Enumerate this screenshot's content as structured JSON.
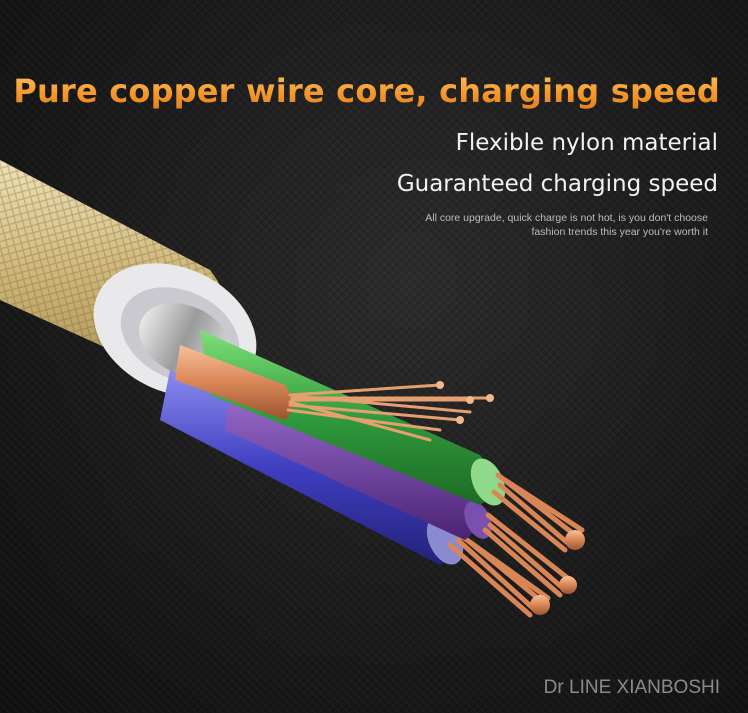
{
  "headline": "Pure copper wire core, charging speed",
  "subtitle_1": "Flexible nylon material",
  "subtitle_2": "Guaranteed charging speed",
  "description_line_1": "All core upgrade, quick charge is not hot, is you don't choose",
  "description_line_2": "fashion trends this year you're worth it",
  "watermark": "Dr LINE XIANBOSHI",
  "colors": {
    "headline_gold": "#f3962a",
    "nylon_braid": "#d8c48e",
    "wire_green": "#2f9a3c",
    "wire_blue": "#3f3ec0",
    "wire_purple": "#5e2f8f",
    "copper": "#e08a5a"
  }
}
